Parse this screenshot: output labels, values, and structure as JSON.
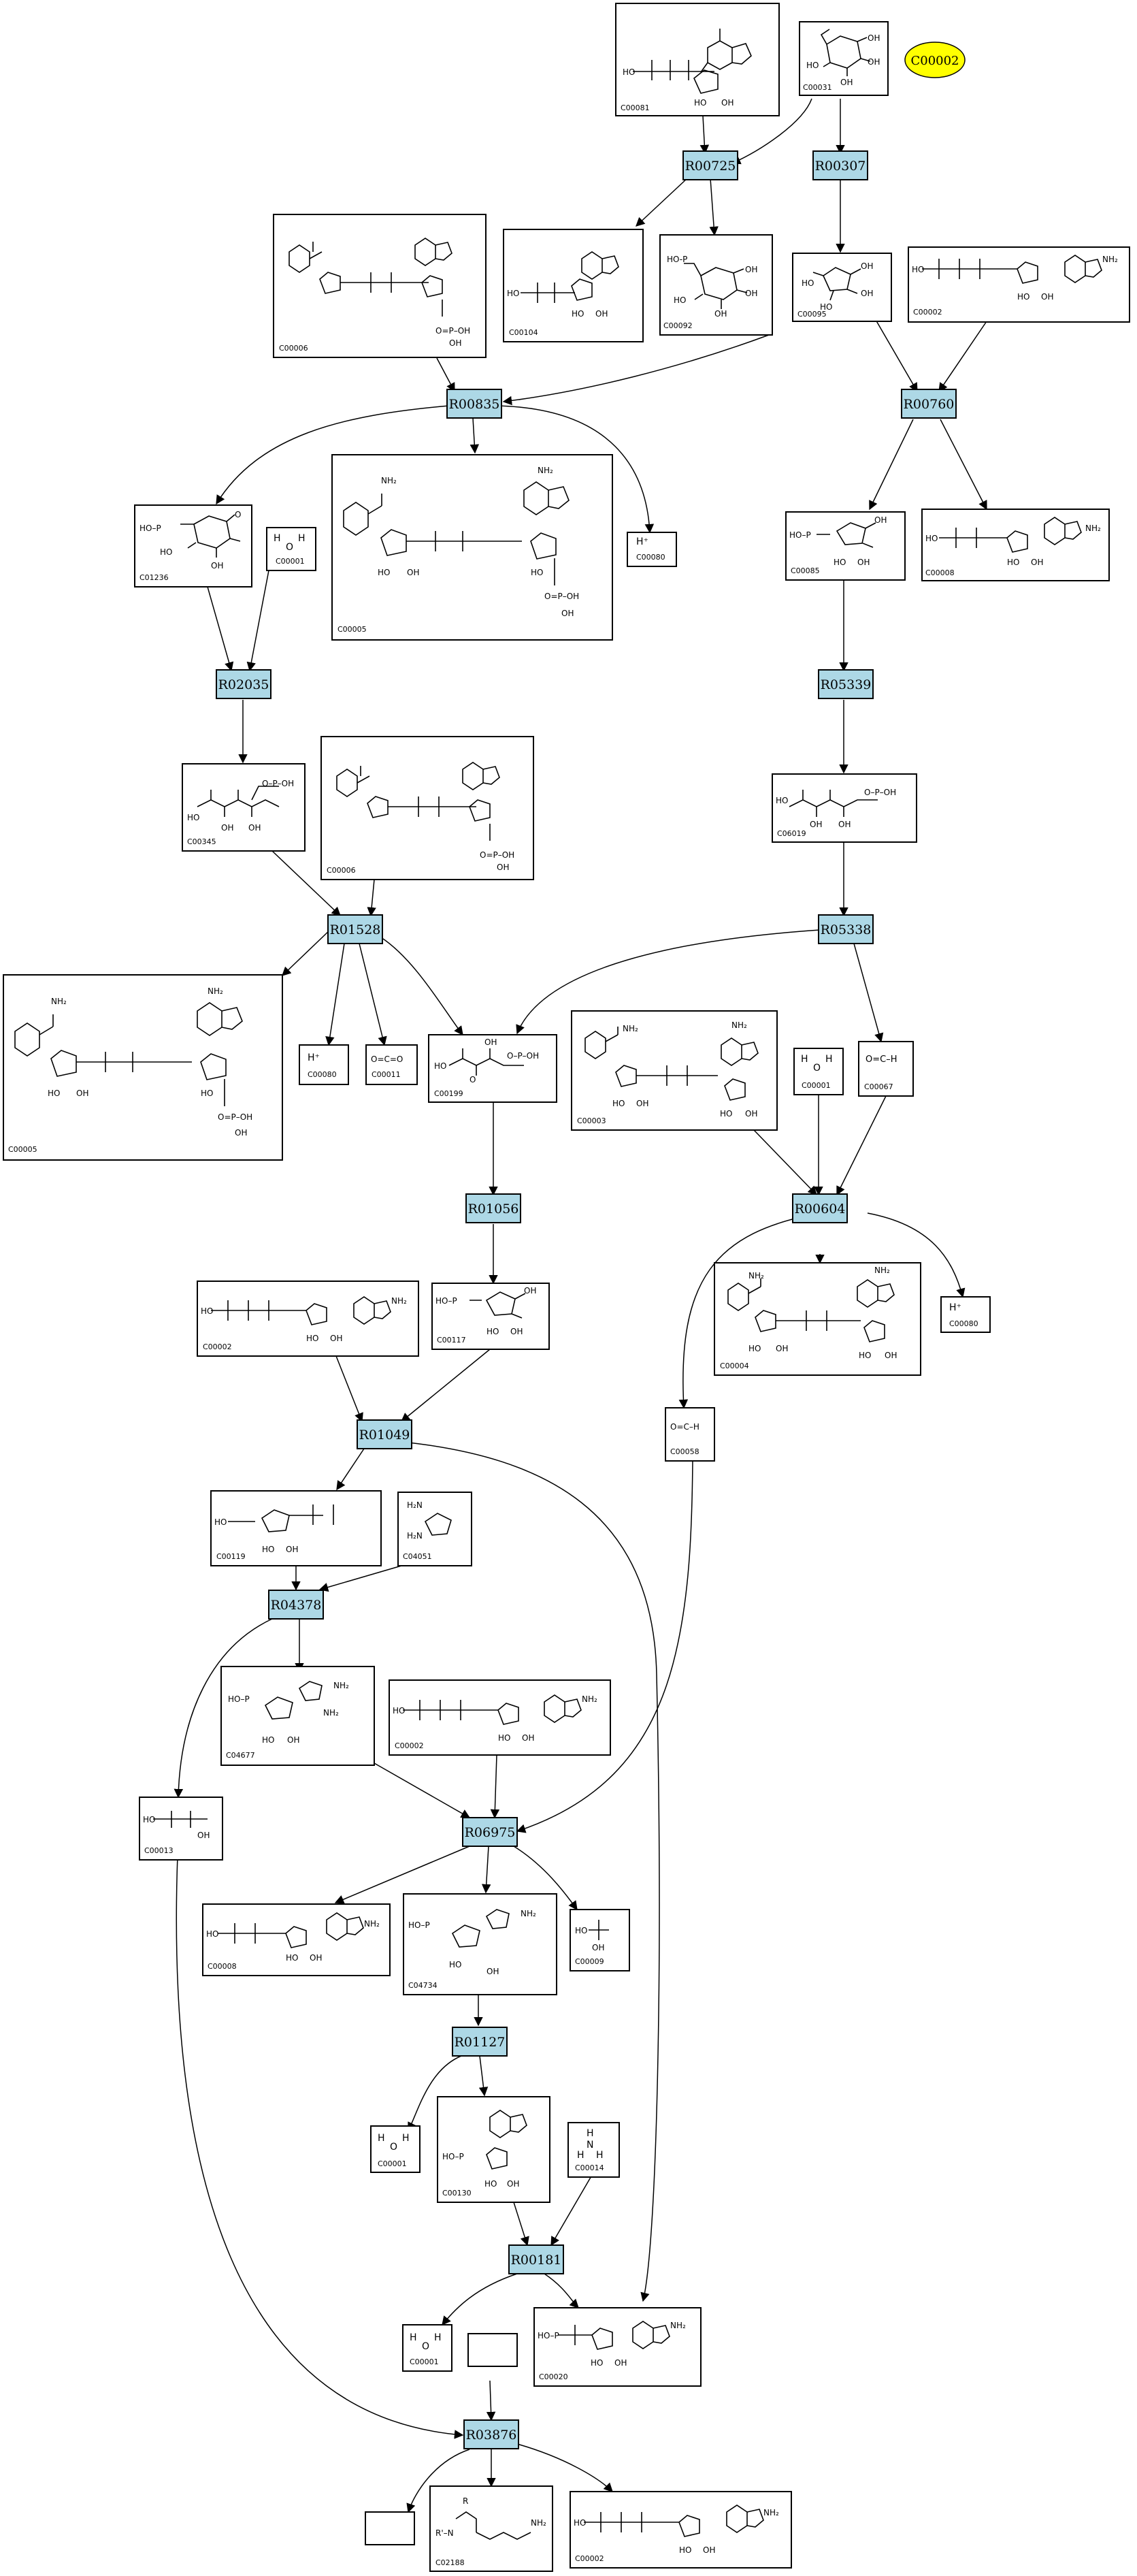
{
  "diagram": {
    "highlight_label": "C00002",
    "reactions": {
      "R00725": "R00725",
      "R00307": "R00307",
      "R00835": "R00835",
      "R00760": "R00760",
      "R02035": "R02035",
      "R05339": "R05339",
      "R01528": "R01528",
      "R05338": "R05338",
      "R01056": "R01056",
      "R00604": "R00604",
      "R01049": "R01049",
      "R04378": "R04378",
      "R06975": "R06975",
      "R01127": "R01127",
      "R00181": "R00181",
      "R03876": "R03876"
    },
    "compounds": {
      "c_C00081": "C00081",
      "c_C00031": "C00031",
      "c_C00104": "C00104",
      "c_C00092": "C00092",
      "c_C00006_a": "C00006",
      "c_C00095": "C00095",
      "c_C00002_a": "C00002",
      "c_C01236": "C01236",
      "c_C00001_a": "C00001",
      "c_C00005_a": "C00005",
      "c_C00080_a": "C00080",
      "c_C00085": "C00085",
      "c_C00008_a": "C00008",
      "c_C00345": "C00345",
      "c_C00006_b": "C00006",
      "c_C06019": "C06019",
      "c_C00005_b": "C00005",
      "c_C00080_b": "C00080",
      "c_C00011": "C00011",
      "c_C00199": "C00199",
      "c_C00003": "C00003",
      "c_C00001_b": "C00001",
      "c_C00067": "C00067",
      "c_C00004": "C00004",
      "c_C00080_c": "C00080",
      "c_C00002_b": "C00002",
      "c_C00117": "C00117",
      "c_C00058": "C00058",
      "c_C00119": "C00119",
      "c_C04051": "C04051",
      "c_C04677": "C04677",
      "c_C00002_c": "C00002",
      "c_C00013": "C00013",
      "c_C00008_b": "C00008",
      "c_C04734": "C04734",
      "c_C00009": "C00009",
      "c_C00001_c": "C00001",
      "c_C00130": "C00130",
      "c_C00014": "C00014",
      "c_C00001_d": "C00001",
      "c_C00020": "C00020",
      "c_C02188": "C02188",
      "c_C00002_d": "C00002"
    },
    "formulas": {
      "hplus": "H⁺",
      "water_h1": "H",
      "water_o": "O",
      "water_h2": "H",
      "co2": "O=C=O",
      "nh3_h": "H",
      "nh3_n": "N",
      "nh3_h2": "H",
      "nh3_h3": "H",
      "formate": "O=C–H"
    }
  }
}
